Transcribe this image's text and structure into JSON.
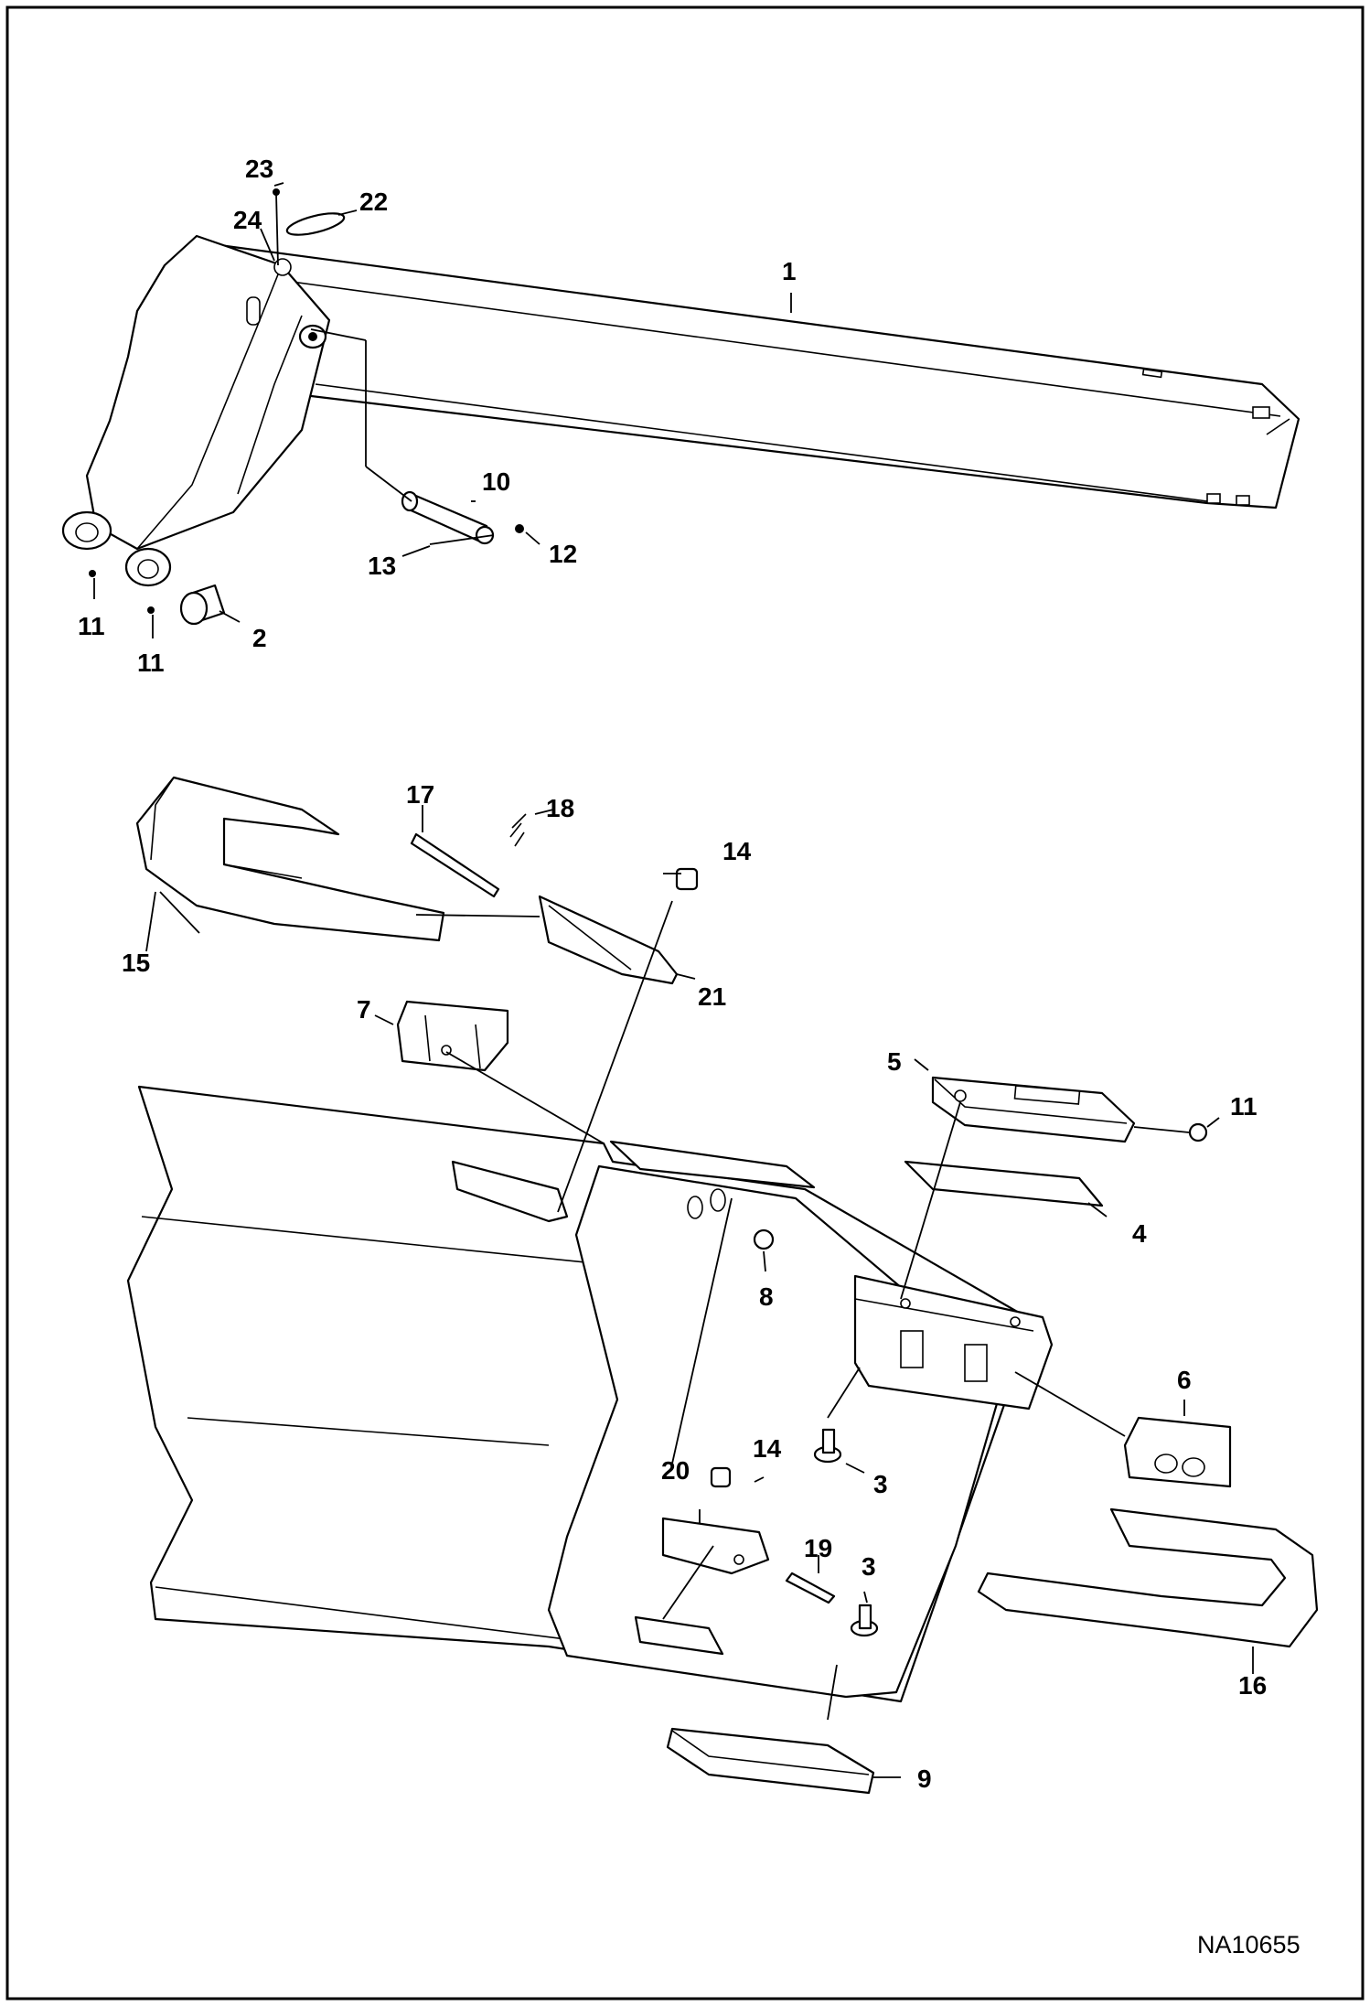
{
  "diagram": {
    "figure_id": "NA10655",
    "callouts": [
      {
        "key": "c1",
        "label": "1"
      },
      {
        "key": "c2",
        "label": "2"
      },
      {
        "key": "c10",
        "label": "10"
      },
      {
        "key": "c11a",
        "label": "11"
      },
      {
        "key": "c11b",
        "label": "11"
      },
      {
        "key": "c12",
        "label": "12"
      },
      {
        "key": "c13",
        "label": "13"
      },
      {
        "key": "c22",
        "label": "22"
      },
      {
        "key": "c23",
        "label": "23"
      },
      {
        "key": "c24",
        "label": "24"
      },
      {
        "key": "c15",
        "label": "15"
      },
      {
        "key": "c17",
        "label": "17"
      },
      {
        "key": "c18",
        "label": "18"
      },
      {
        "key": "c14a",
        "label": "14"
      },
      {
        "key": "c21",
        "label": "21"
      },
      {
        "key": "c7",
        "label": "7"
      },
      {
        "key": "c5",
        "label": "5"
      },
      {
        "key": "c11c",
        "label": "11"
      },
      {
        "key": "c4",
        "label": "4"
      },
      {
        "key": "c8",
        "label": "8"
      },
      {
        "key": "c6",
        "label": "6"
      },
      {
        "key": "c3a",
        "label": "3"
      },
      {
        "key": "c14b",
        "label": "14"
      },
      {
        "key": "c20",
        "label": "20"
      },
      {
        "key": "c19",
        "label": "19"
      },
      {
        "key": "c3b",
        "label": "3"
      },
      {
        "key": "c16",
        "label": "16"
      },
      {
        "key": "c9",
        "label": "9"
      }
    ]
  }
}
